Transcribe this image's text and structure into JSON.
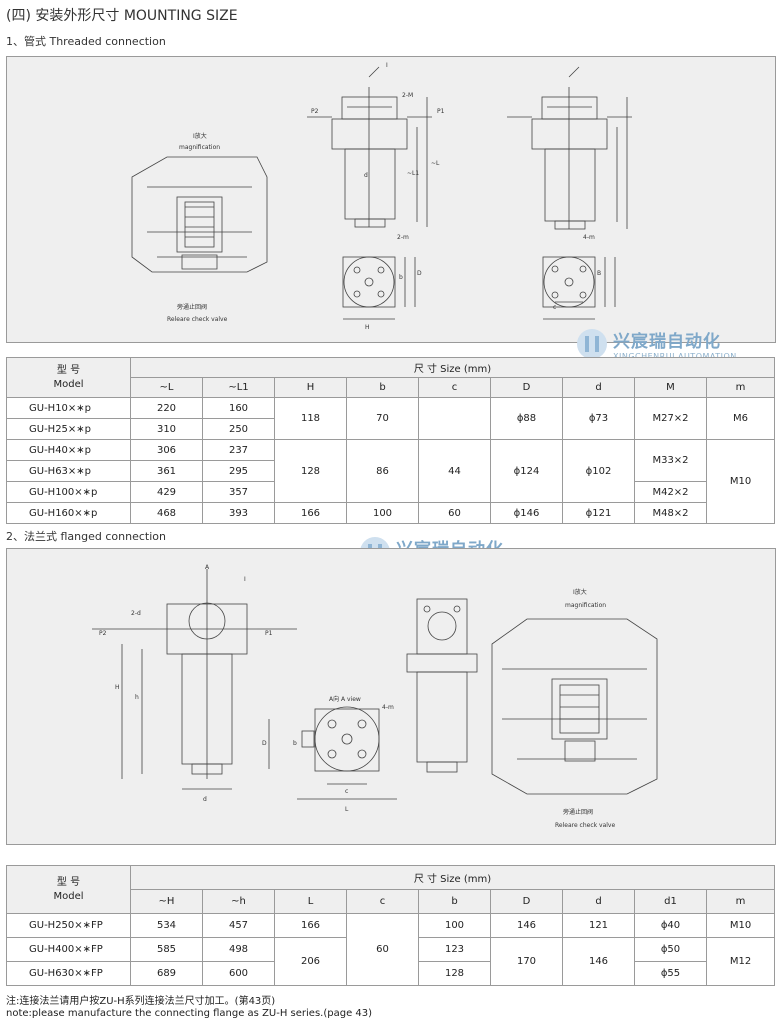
{
  "header": {
    "title": "(四) 安装外形尺寸 MOUNTING SIZE",
    "section1": "1、管式 Threaded connection",
    "section2": "2、法兰式 flanged connection"
  },
  "logo": {
    "cn": "兴宸瑞自动化",
    "en": "XINGCHENRUI AUTOMATION"
  },
  "drawing1": {
    "mag_cn": "I放大",
    "mag_en": "magnification",
    "valve_cn": "旁通止回阀",
    "valve_en": "Relearе check valve",
    "labels": [
      "I",
      "P2",
      "P1",
      "2-M",
      "d",
      "~L1",
      "~L",
      "2-m",
      "b",
      "D",
      "H",
      "4-m",
      "B",
      "c"
    ]
  },
  "drawing2": {
    "mag_cn": "I放大",
    "mag_en": "magnification",
    "valve_cn": "旁通止回阀",
    "valve_en": "Releare check valve",
    "aview": "A向 A view",
    "labels": [
      "A",
      "I",
      "2-d",
      "P2",
      "P1",
      "H",
      "h",
      "d",
      "D",
      "b",
      "4-m",
      "c",
      "L"
    ]
  },
  "table1": {
    "model_cn": "型 号",
    "model_en": "Model",
    "size": "尺 寸 Size (mm)",
    "cols": [
      "~L",
      "~L1",
      "H",
      "b",
      "c",
      "D",
      "d",
      "M",
      "m"
    ],
    "rows": [
      {
        "model": "GU-H10×∗p",
        "L": "220",
        "L1": "160"
      },
      {
        "model": "GU-H25×∗p",
        "L": "310",
        "L1": "250"
      },
      {
        "model": "GU-H40×∗p",
        "L": "306",
        "L1": "237"
      },
      {
        "model": "GU-H63×∗p",
        "L": "361",
        "L1": "295"
      },
      {
        "model": "GU-H100×∗p",
        "L": "429",
        "L1": "357"
      },
      {
        "model": "GU-H160×∗p",
        "L": "468",
        "L1": "393"
      }
    ],
    "g1": {
      "H": "118",
      "b": "70",
      "c": "",
      "D": "ϕ88",
      "d": "ϕ73",
      "M": "M27×2",
      "m": "M6"
    },
    "g2": {
      "H": "128",
      "b": "86",
      "c": "44",
      "D": "ϕ124",
      "d": "ϕ102",
      "M_a": "M33×2",
      "M_b": "M42×2",
      "m": "M10"
    },
    "g3": {
      "H": "166",
      "b": "100",
      "c": "60",
      "D": "ϕ146",
      "d": "ϕ121",
      "M": "M48×2"
    }
  },
  "table2": {
    "model_cn": "型 号",
    "model_en": "Model",
    "size": "尺 寸 Size (mm)",
    "cols": [
      "~H",
      "~h",
      "L",
      "c",
      "b",
      "D",
      "d",
      "d1",
      "m"
    ],
    "rows": [
      {
        "model": "GU-H250×∗FP",
        "H": "534",
        "h": "457",
        "b": "100",
        "d1": "ϕ40"
      },
      {
        "model": "GU-H400×∗FP",
        "H": "585",
        "h": "498",
        "b": "123",
        "d1": "ϕ50"
      },
      {
        "model": "GU-H630×∗FP",
        "H": "689",
        "h": "600",
        "b": "128",
        "d1": "ϕ55"
      }
    ],
    "r1": {
      "L": "166",
      "D": "146",
      "d": "121",
      "m": "M10"
    },
    "r23": {
      "L": "206",
      "D": "170",
      "d": "146",
      "m": "M12"
    },
    "c": "60"
  },
  "notes": {
    "cn": "注:连接法兰请用户按ZU-H系列连接法兰尺寸加工。(第43页)",
    "en": "note:please manufacture the connecting flange  as ZU-H series.(page 43)"
  }
}
